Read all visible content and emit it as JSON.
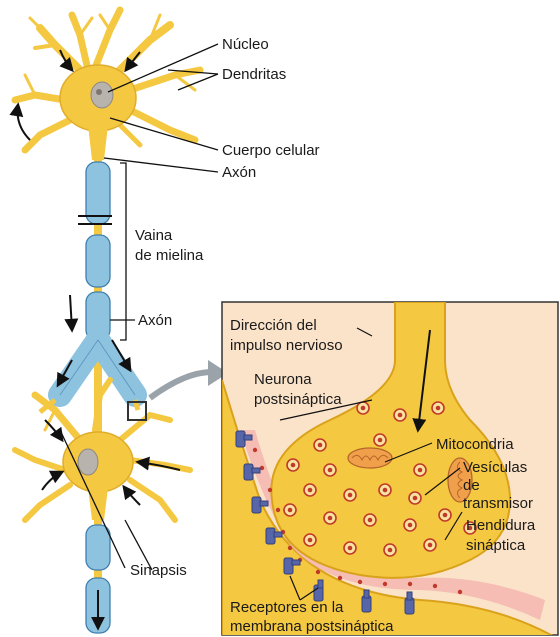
{
  "labels": {
    "nucleus": "Núcleo",
    "dendrites": "Dendritas",
    "cell_body": "Cuerpo celular",
    "axon_top": "Axón",
    "myelin_line1": "Vaina",
    "myelin_line2": "de mielina",
    "axon_mid": "Axón",
    "synapse": "Sinapsis",
    "inset_direction_line1": "Dirección del",
    "inset_direction_line2": "impulso nervioso",
    "inset_postsyn_line1": "Neurona",
    "inset_postsyn_line2": "postsináptica",
    "inset_mitochondria": "Mitocondria",
    "inset_vesicles_line1": "Vesículas",
    "inset_vesicles_line2": "de",
    "inset_vesicles_line3": "transmisor",
    "inset_cleft_line1": "Hendidura",
    "inset_cleft_line2": "sináptica",
    "inset_receptors_line1": "Receptores en la",
    "inset_receptors_line2": "membrana postsináptica"
  },
  "colors": {
    "neuron_fill": "#f5c842",
    "neuron_stroke": "#d9a21a",
    "myelin_fill": "#8ec3e0",
    "myelin_stroke": "#3f7fae",
    "nucleus": "#b9b3ad",
    "inset_bg": "#fbe3c9",
    "cleft": "#f4b8b0",
    "vesicle": "#c0392b",
    "receptor": "#5766a8"
  }
}
